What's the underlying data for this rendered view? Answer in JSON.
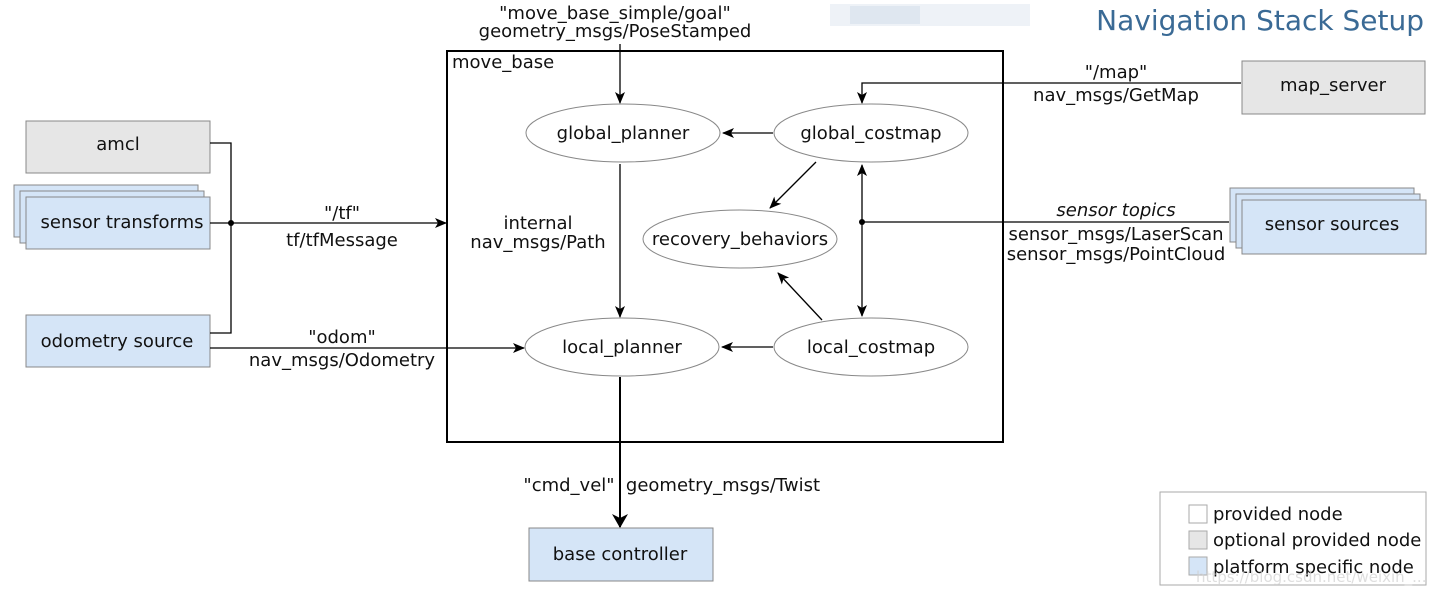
{
  "title": "Navigation Stack Setup",
  "container": {
    "label": "move_base"
  },
  "nodes": {
    "amcl": "amcl",
    "sensor_transforms": "sensor transforms",
    "odometry_source": "odometry source",
    "map_server": "map_server",
    "sensor_sources": "sensor sources",
    "base_controller": "base controller",
    "global_planner": "global_planner",
    "global_costmap": "global_costmap",
    "recovery_behaviors": "recovery_behaviors",
    "local_planner": "local_planner",
    "local_costmap": "local_costmap"
  },
  "edges": {
    "goal_topic": "\"move_base_simple/goal\"",
    "goal_type": "geometry_msgs/PoseStamped",
    "map_topic": "\"/map\"",
    "map_type": "nav_msgs/GetMap",
    "tf_topic": "\"/tf\"",
    "tf_type": "tf/tfMessage",
    "odom_topic": "\"odom\"",
    "odom_type": "nav_msgs/Odometry",
    "internal_label": "internal",
    "internal_type": "nav_msgs/Path",
    "sensor_topic": "sensor topics",
    "sensor_type_1": "sensor_msgs/LaserScan",
    "sensor_type_2": "sensor_msgs/PointCloud",
    "cmd_topic": "\"cmd_vel\"",
    "cmd_type": "geometry_msgs/Twist"
  },
  "legend": {
    "provided": "provided node",
    "optional": "optional provided node",
    "platform": "platform specific node"
  },
  "colors": {
    "provided": "#ffffff",
    "optional": "#e6e6e6",
    "platform": "#d5e5f7",
    "title": "#3a6a95",
    "box_border": "#888888"
  },
  "watermark": "https://blog.csdn.net/weixin_..."
}
